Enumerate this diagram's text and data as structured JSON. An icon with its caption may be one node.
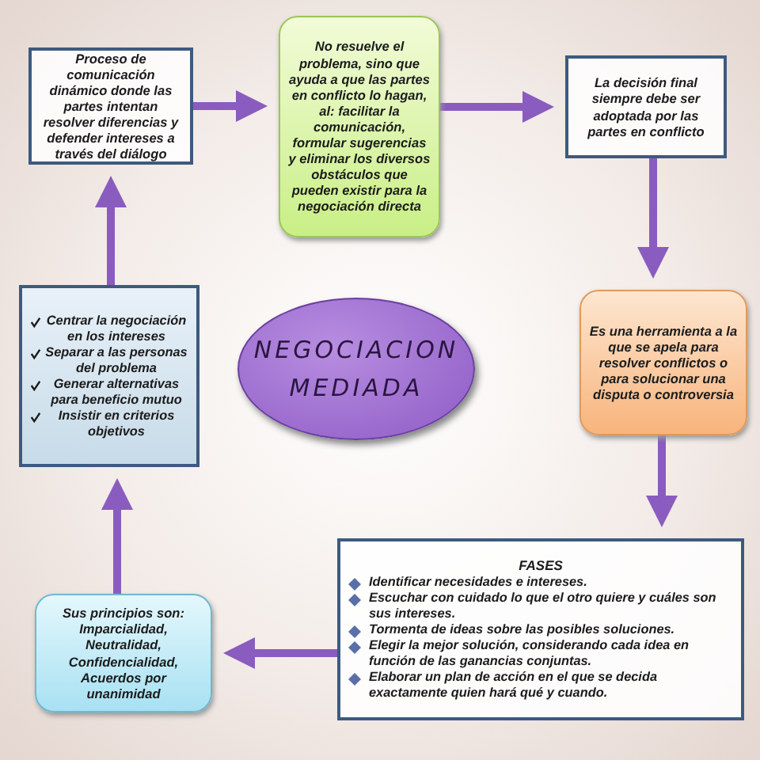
{
  "diagram": {
    "nodes": [
      {
        "text": [
          "Proceso de comunicación dinámico donde las partes intentan resolver diferencias y defender intereses a través del diálogo"
        ]
      },
      {
        "text": [
          "No resuelve el problema, sino que ayuda a que las partes en conflicto lo hagan, al: facilitar la comunicación, formular sugerencias y eliminar los diversos obstáculos que pueden existir para la negociación directa"
        ]
      },
      {
        "text": [
          "La decisión final siempre debe ser adoptada por las partes en conflicto"
        ]
      },
      {
        "text": [
          "Centrar la negociación en los intereses",
          "Separar a las personas del problema",
          "Generar alternativas para beneficio mutuo",
          "Insistir en criterios objetivos"
        ]
      },
      {
        "text": [
          "NEGOCIACION MEDIADA"
        ]
      },
      {
        "text": [
          "Es una herramienta a la que se apela para resolver conflictos o para solucionar una disputa o controversia"
        ]
      },
      {
        "text": [
          "Sus principios son: Imparcialidad, Neutralidad, Confidencialidad, Acuerdos por unanimidad"
        ]
      },
      {
        "text": [
          "FASES",
          "Identificar necesidades e intereses.",
          "Escuchar con cuidado lo que el otro quiere y cuáles son sus intereses.",
          "Tormenta de ideas sobre las posibles soluciones.",
          "Elegir la mejor solución, considerando cada idea en función de las ganancias conjuntas.",
          "Elaborar un plan de acción en el que se decida exactamente quien hará qué y cuando."
        ]
      }
    ],
    "edges": [
      {
        "from": 0,
        "to": 1,
        "arrow": "to"
      },
      {
        "from": 1,
        "to": 2,
        "arrow": "to"
      },
      {
        "from": 2,
        "to": 5,
        "arrow": "to"
      },
      {
        "from": 5,
        "to": 7,
        "arrow": "to"
      },
      {
        "from": 7,
        "to": 6,
        "arrow": "to"
      },
      {
        "from": 6,
        "to": 3,
        "arrow": "to"
      },
      {
        "from": 3,
        "to": 0,
        "arrow": "to"
      }
    ]
  }
}
